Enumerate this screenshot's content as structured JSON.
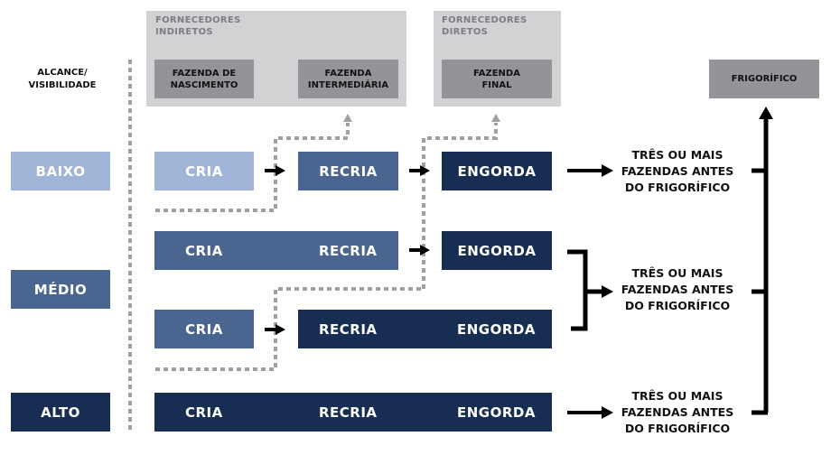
{
  "header": {
    "axis_label": "ALCANCE/ VISIBILIDADE"
  },
  "suppliers": {
    "indirect": {
      "title_line1": "FORNECEDORES",
      "title_line2": "INDIRETOS",
      "boxes": [
        {
          "line1": "FAZENDA DE",
          "line2": "NASCIMENTO"
        },
        {
          "line1": "FAZENDA",
          "line2": "INTERMEDIÁRIA"
        }
      ]
    },
    "direct": {
      "title_line1": "FORNECEDORES",
      "title_line2": "DIRETOS",
      "boxes": [
        {
          "line1": "FAZENDA",
          "line2": "FINAL"
        }
      ]
    },
    "slaughterhouse": "FRIGORÍFICO"
  },
  "levels": [
    {
      "label": "BAIXO",
      "color": "#a0b4d8"
    },
    {
      "label": "MÉDIO",
      "color": "#4a6690"
    },
    {
      "label": "ALTO",
      "color": "#172e52"
    }
  ],
  "stages": {
    "cria": "CRIA",
    "recria": "RECRIA",
    "engorda": "ENGORDA"
  },
  "results": {
    "line1": "TRÊS OU MAIS",
    "line2": "FAZENDAS ANTES",
    "line3": "DO FRIGORÍFICO"
  },
  "colors": {
    "light_blue": "#a0b4d8",
    "mid_blue": "#4a6690",
    "dark_blue": "#172e52",
    "panel_gray": "#d1d2d4",
    "box_gray": "#929497",
    "dotted_gray": "#a0a0a2"
  }
}
